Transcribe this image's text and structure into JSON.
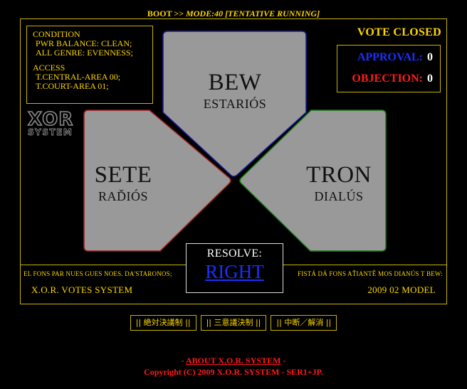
{
  "header": {
    "boot_prefix": "BOOT >> ",
    "mode": "MODE:40 [TENTATIVE RUNNING]"
  },
  "condition": {
    "title": "CONDITION",
    "line1": "PWR BALANCE: CLEAN;",
    "line2": "ALL GENRE: EVENNESS;",
    "access_title": "ACCESS",
    "access1": "T.CENTRAL-AREA 00;",
    "access2": "T.COURT-AREA 01;"
  },
  "vote": {
    "status": "VOTE CLOSED",
    "approval_label": "APPROVAL:",
    "approval_count": "0",
    "objection_label": "OBJECTION:",
    "objection_count": "0"
  },
  "logo": {
    "top": "XOR",
    "bottom": "SYSTEM"
  },
  "panels": {
    "top": {
      "name": "BEW",
      "sub": "ESTARIÓS",
      "border_color": "#1a1aa0"
    },
    "left": {
      "name": "SETE",
      "sub": "RAĎIÓS",
      "border_color": "#a01a1a"
    },
    "right": {
      "name": "TRON",
      "sub": "DIALÚS",
      "border_color": "#1a7a1a"
    }
  },
  "resolve": {
    "label": "RESOLVE:",
    "value": "RIGHT"
  },
  "footer": {
    "left_text": "EL FONS PAR NUES GUES NOES. DA'STARONOS;",
    "right_text": "FISTÁ DÁ FONS AŤIANTÊ MOS DIANÚS T BEW:",
    "system_name": "X.O.R. VOTES SYSTEM",
    "model": "2009 02 MODEL"
  },
  "buttons": [
    {
      "label": "|| 絶対決議制 ||"
    },
    {
      "label": "|| 三意議決制 ||"
    },
    {
      "label": "|| 中断／解消 ||"
    }
  ],
  "bottom": {
    "about_prefix": "- ",
    "about_link": "ABOUT X.O.R. SYSTEM",
    "about_suffix": " -",
    "copyright": "Copyright (C) 2009 X.O.R. SYSTEM - SER1+JP."
  },
  "colors": {
    "frame": "#c8b400",
    "text_yellow": "#ffd700",
    "panel_fill": "#999999",
    "approval": "#1a2fff",
    "objection": "#ff1a1a"
  }
}
